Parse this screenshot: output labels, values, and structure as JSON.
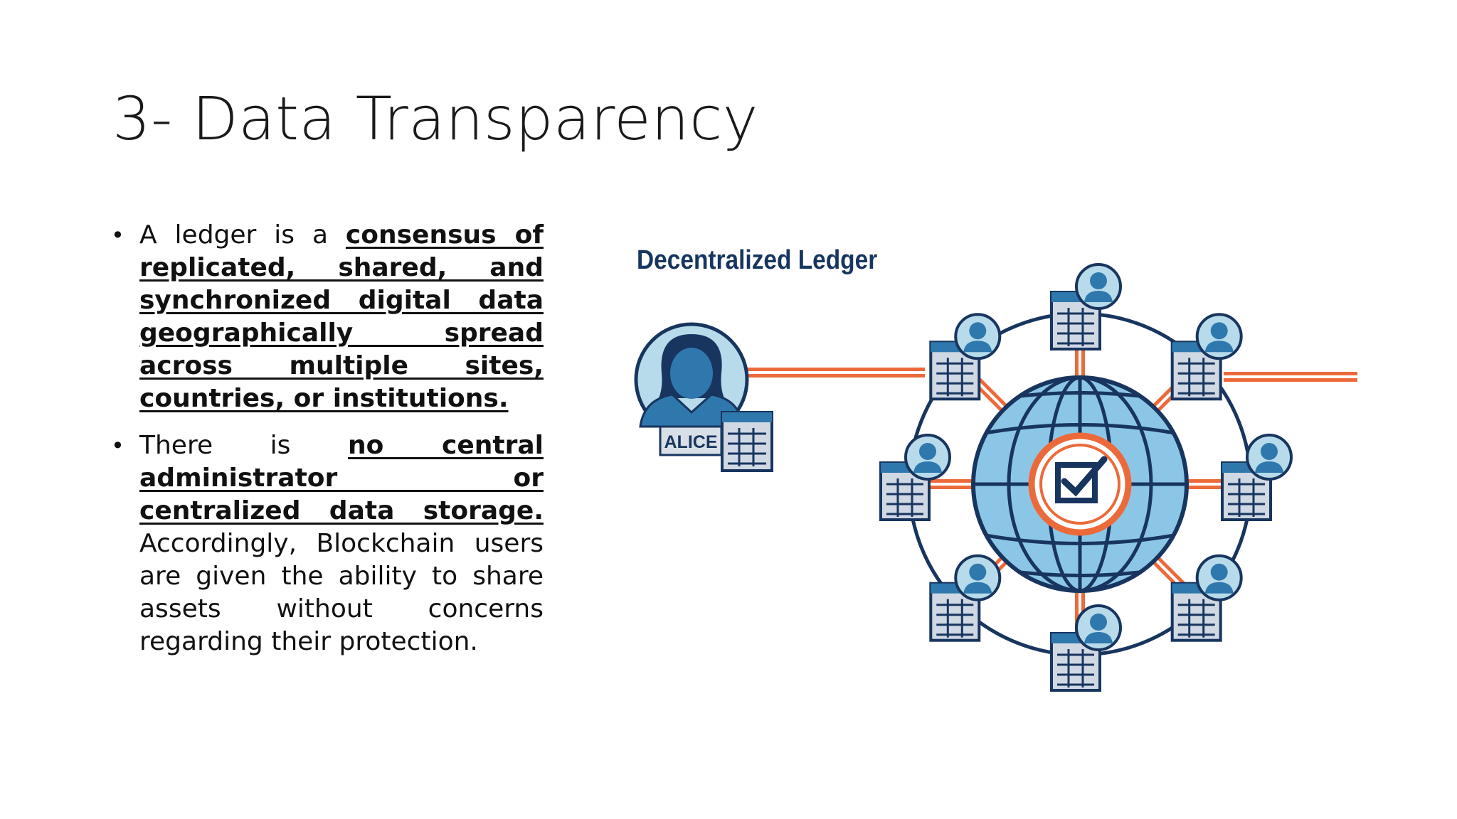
{
  "slide": {
    "title": "3- Data Transparency"
  },
  "bullets": [
    {
      "emphasis_prefix": "A ledger is a ",
      "emphasis": "consensus of replicated, shared, and synchronized digital data geographically spread across multiple sites, countries, or institutions.",
      "rest": ""
    },
    {
      "emphasis_prefix": "There is ",
      "emphasis": "no central administrator or centralized data storage.",
      "rest": "   Accordingly, Blockchain users are given the ability to share assets without concerns regarding their protection."
    }
  ],
  "figure": {
    "title": "Decentralized Ledger",
    "user_label": "ALICE",
    "node_count": 8,
    "colors": {
      "navy": "#18355f",
      "blue_mid": "#2f78ad",
      "blue_light": "#8cc6e6",
      "ring_orange": "#ec6a3a",
      "node_bg": "#b7dbea",
      "sheet_bg": "#cfd8e3"
    },
    "icons": [
      "user-avatar-icon",
      "ledger-sheet-icon",
      "globe-icon",
      "checkbox-icon"
    ]
  }
}
